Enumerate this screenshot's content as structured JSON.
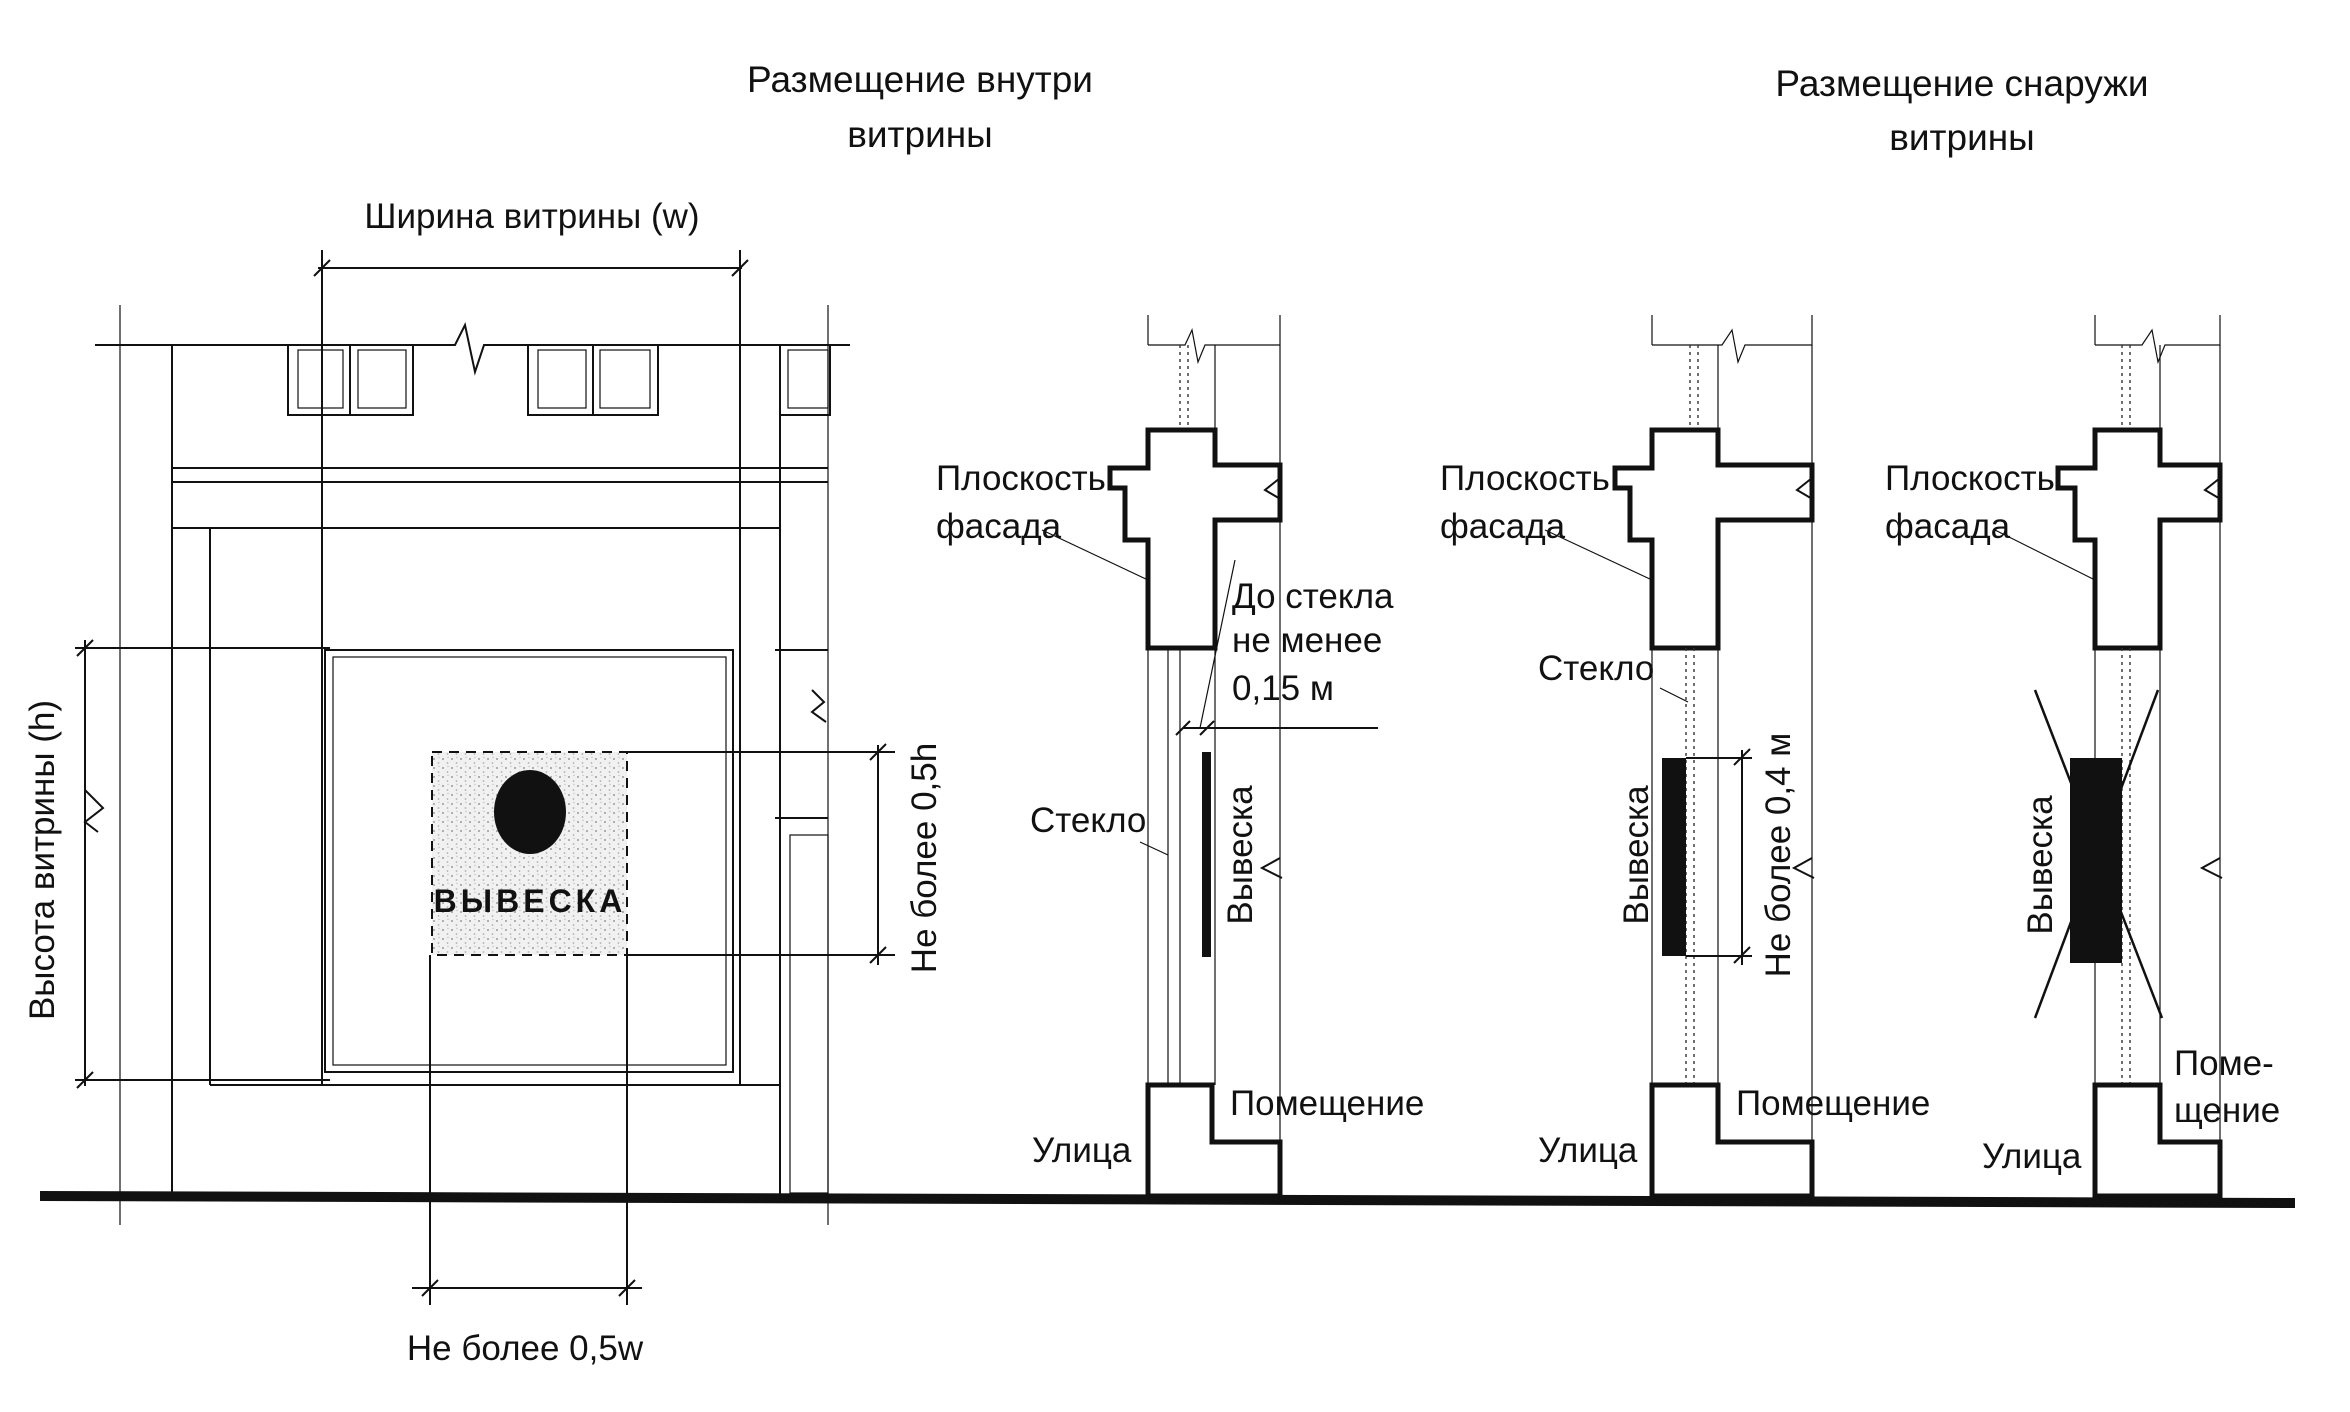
{
  "titles": {
    "inside": [
      "Размещение внутри",
      "витрины"
    ],
    "outside": [
      "Размещение снаружи",
      "витрины"
    ]
  },
  "elevation": {
    "width_label": "Ширина витрины (w)",
    "height_label": "Высота витрины (h)",
    "sign_label": "ВЫВЕСКА",
    "max_height_label": "Не более 0,5h",
    "max_width_label": "Не более 0,5w"
  },
  "section_inside": {
    "facade_plane": [
      "Плоскость",
      "фасада"
    ],
    "distance_to_glass": [
      "До стекла",
      "не менее",
      "0,15 м"
    ],
    "glass": "Стекло",
    "sign": "Вывеска",
    "room": "Помещение",
    "street": "Улица"
  },
  "section_outside_ok": {
    "facade_plane": [
      "Плоскость",
      "фасада"
    ],
    "glass": "Стекло",
    "sign": "Вывеска",
    "max_height": "Не более 0,4 м",
    "room": "Помещение",
    "street": "Улица"
  },
  "section_outside_bad": {
    "facade_plane": [
      "Плоскость",
      "фасада"
    ],
    "sign": "Вывеска",
    "room": [
      "Поме-",
      "щение"
    ],
    "street": "Улица"
  }
}
